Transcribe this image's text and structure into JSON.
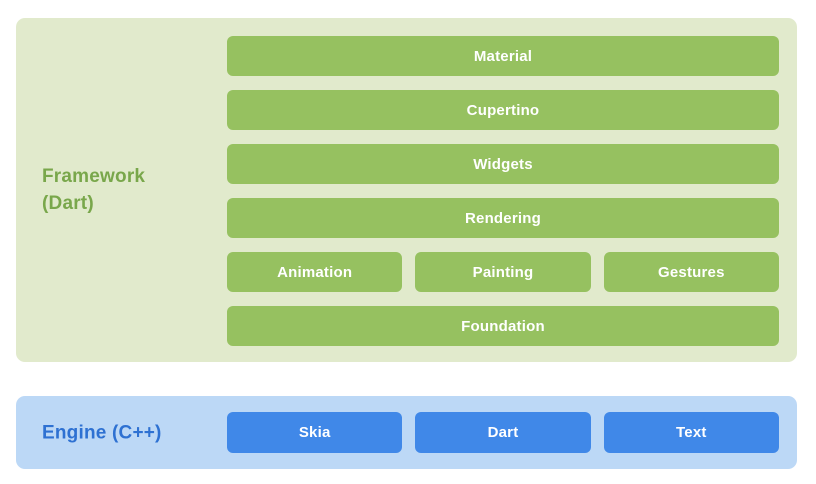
{
  "colors": {
    "framework_panel_bg": "#E1EACC",
    "framework_bar": "#96C160",
    "framework_label": "#79A74B",
    "engine_panel_bg": "#BCD8F6",
    "engine_bar": "#4088E8",
    "engine_label": "#2E71D2",
    "bar_text": "#FFFFFF"
  },
  "framework": {
    "label": "Framework\n(Dart)",
    "full_bars": [
      "Material",
      "Cupertino",
      "Widgets",
      "Rendering"
    ],
    "split_bars": [
      "Animation",
      "Painting",
      "Gestures"
    ],
    "foundation_bar": "Foundation"
  },
  "engine": {
    "label": "Engine (C++)",
    "bars": [
      "Skia",
      "Dart",
      "Text"
    ]
  }
}
